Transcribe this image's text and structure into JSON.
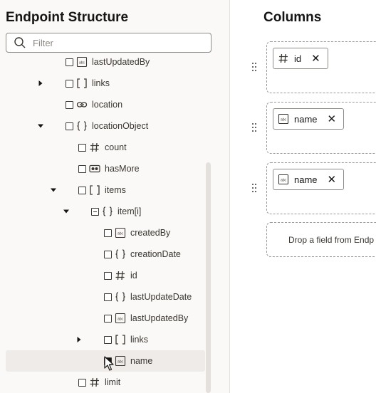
{
  "endpoint_panel": {
    "title": "Endpoint Structure",
    "filter_placeholder": "Filter"
  },
  "tree": [
    {
      "label": "lastUpdatedBy",
      "icon": "string-icon",
      "toggle": "none",
      "check": "unchecked"
    },
    {
      "label": "links",
      "icon": "array-icon",
      "toggle": "collapsed",
      "check": "unchecked"
    },
    {
      "label": "location",
      "icon": "link-icon",
      "toggle": "none",
      "check": "unchecked"
    },
    {
      "label": "locationObject",
      "icon": "object-icon",
      "toggle": "expanded",
      "check": "unchecked"
    },
    {
      "label": "count",
      "icon": "number-icon",
      "toggle": "none",
      "check": "unchecked"
    },
    {
      "label": "hasMore",
      "icon": "boolean-icon",
      "toggle": "none",
      "check": "unchecked"
    },
    {
      "label": "items",
      "icon": "array-icon",
      "toggle": "expanded",
      "check": "unchecked"
    },
    {
      "label": "item[i]",
      "icon": "object-icon",
      "toggle": "expanded",
      "check": "partial"
    },
    {
      "label": "createdBy",
      "icon": "string-icon",
      "toggle": "none",
      "check": "unchecked"
    },
    {
      "label": "creationDate",
      "icon": "object-icon",
      "toggle": "none",
      "check": "unchecked"
    },
    {
      "label": "id",
      "icon": "number-icon",
      "toggle": "none",
      "check": "unchecked"
    },
    {
      "label": "lastUpdateDate",
      "icon": "object-icon",
      "toggle": "none",
      "check": "unchecked"
    },
    {
      "label": "lastUpdatedBy",
      "icon": "string-icon",
      "toggle": "none",
      "check": "unchecked"
    },
    {
      "label": "links",
      "icon": "array-icon",
      "toggle": "collapsed",
      "check": "unchecked"
    },
    {
      "label": "name",
      "icon": "string-icon",
      "toggle": "none",
      "check": "checked",
      "selected": true
    },
    {
      "label": "limit",
      "icon": "number-icon",
      "toggle": "none",
      "check": "unchecked"
    }
  ],
  "columns_panel": {
    "title": "Columns",
    "columns": [
      {
        "label": "id",
        "icon": "number-icon"
      },
      {
        "label": "name",
        "icon": "string-icon"
      },
      {
        "label": "name",
        "icon": "string-icon"
      }
    ],
    "drop_hint": "Drop a field from Endp"
  }
}
